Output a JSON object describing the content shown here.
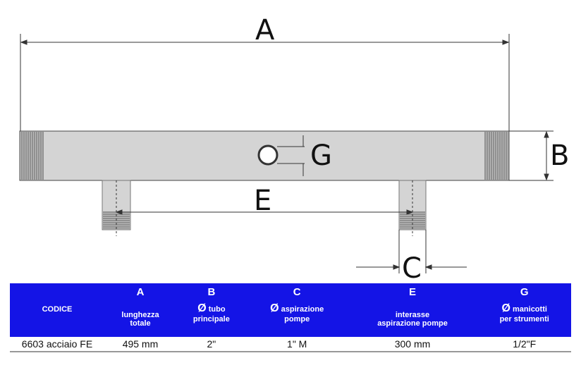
{
  "dimensions": {
    "A": "A",
    "B": "B",
    "C": "C",
    "E": "E",
    "G": "G"
  },
  "table": {
    "headers": [
      {
        "letter": "",
        "label": "CODICE",
        "label2": ""
      },
      {
        "letter": "A",
        "phi": "",
        "label": "lunghezza",
        "label2": "totale"
      },
      {
        "letter": "B",
        "phi": "Ø",
        "label": "tubo",
        "label2": "principale"
      },
      {
        "letter": "C",
        "phi": "Ø",
        "label": "aspirazione",
        "label2": "pompe"
      },
      {
        "letter": "E",
        "phi": "",
        "label": "interasse",
        "label2": "aspirazione pompe"
      },
      {
        "letter": "G",
        "phi": "Ø",
        "label": "manicotti",
        "label2": "per strumenti"
      }
    ],
    "row": [
      "6603 acciaio FE",
      "495 mm",
      "2\"",
      "1\" M",
      "300 mm",
      "1/2\"F"
    ]
  },
  "colors": {
    "header_bg": "#1414e6",
    "pipe": "#d4d4d4"
  }
}
